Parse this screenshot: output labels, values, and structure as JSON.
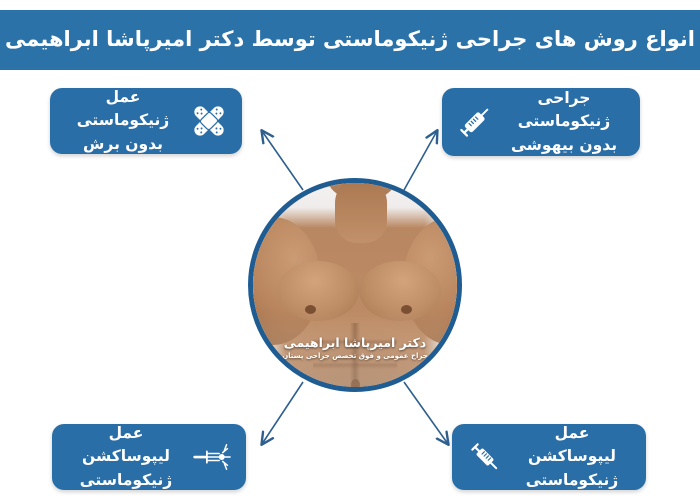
{
  "header": {
    "title": "انواع روش های جراحی ژنیکوماستی توسط دکتر امیرپاشا ابراهیمی",
    "background_color": "#2a72a8",
    "text_color": "#ffffff"
  },
  "center": {
    "image_alt": "male-torso-photo",
    "ring_color": "#1f5c92",
    "name": "دکتر امیرپاشا ابراهیمی",
    "credentials": "جراح عمومی و فوق تخصص جراحی پستان"
  },
  "options": [
    {
      "id": "no-incision",
      "label": "عمل ژنیکوماستی\nبدون برش",
      "icon": "bandage-icon",
      "position": "top-left",
      "background_color": "#2a6ea8"
    },
    {
      "id": "no-anesthesia",
      "label": "جراحی ژنیکوماستی\nبدون بیهوشی",
      "icon": "syringe-icon",
      "position": "top-right",
      "background_color": "#2a6ea8"
    },
    {
      "id": "liposuction-gyno",
      "label": "عمل لیپوساکشن\nژنیکوماستی",
      "icon": "laser-cannula-icon",
      "position": "bottom-left",
      "background_color": "#2a6ea8"
    },
    {
      "id": "liposuction-gyno-2",
      "label": "عمل لیپوساکشن\nژنیکوماستی",
      "icon": "syringe-icon",
      "position": "bottom-right",
      "background_color": "#2a6ea8"
    }
  ],
  "arrows": {
    "color": "#2e5f8e",
    "count": 4,
    "directions": [
      "up-left",
      "up-right",
      "down-left",
      "down-right"
    ]
  }
}
